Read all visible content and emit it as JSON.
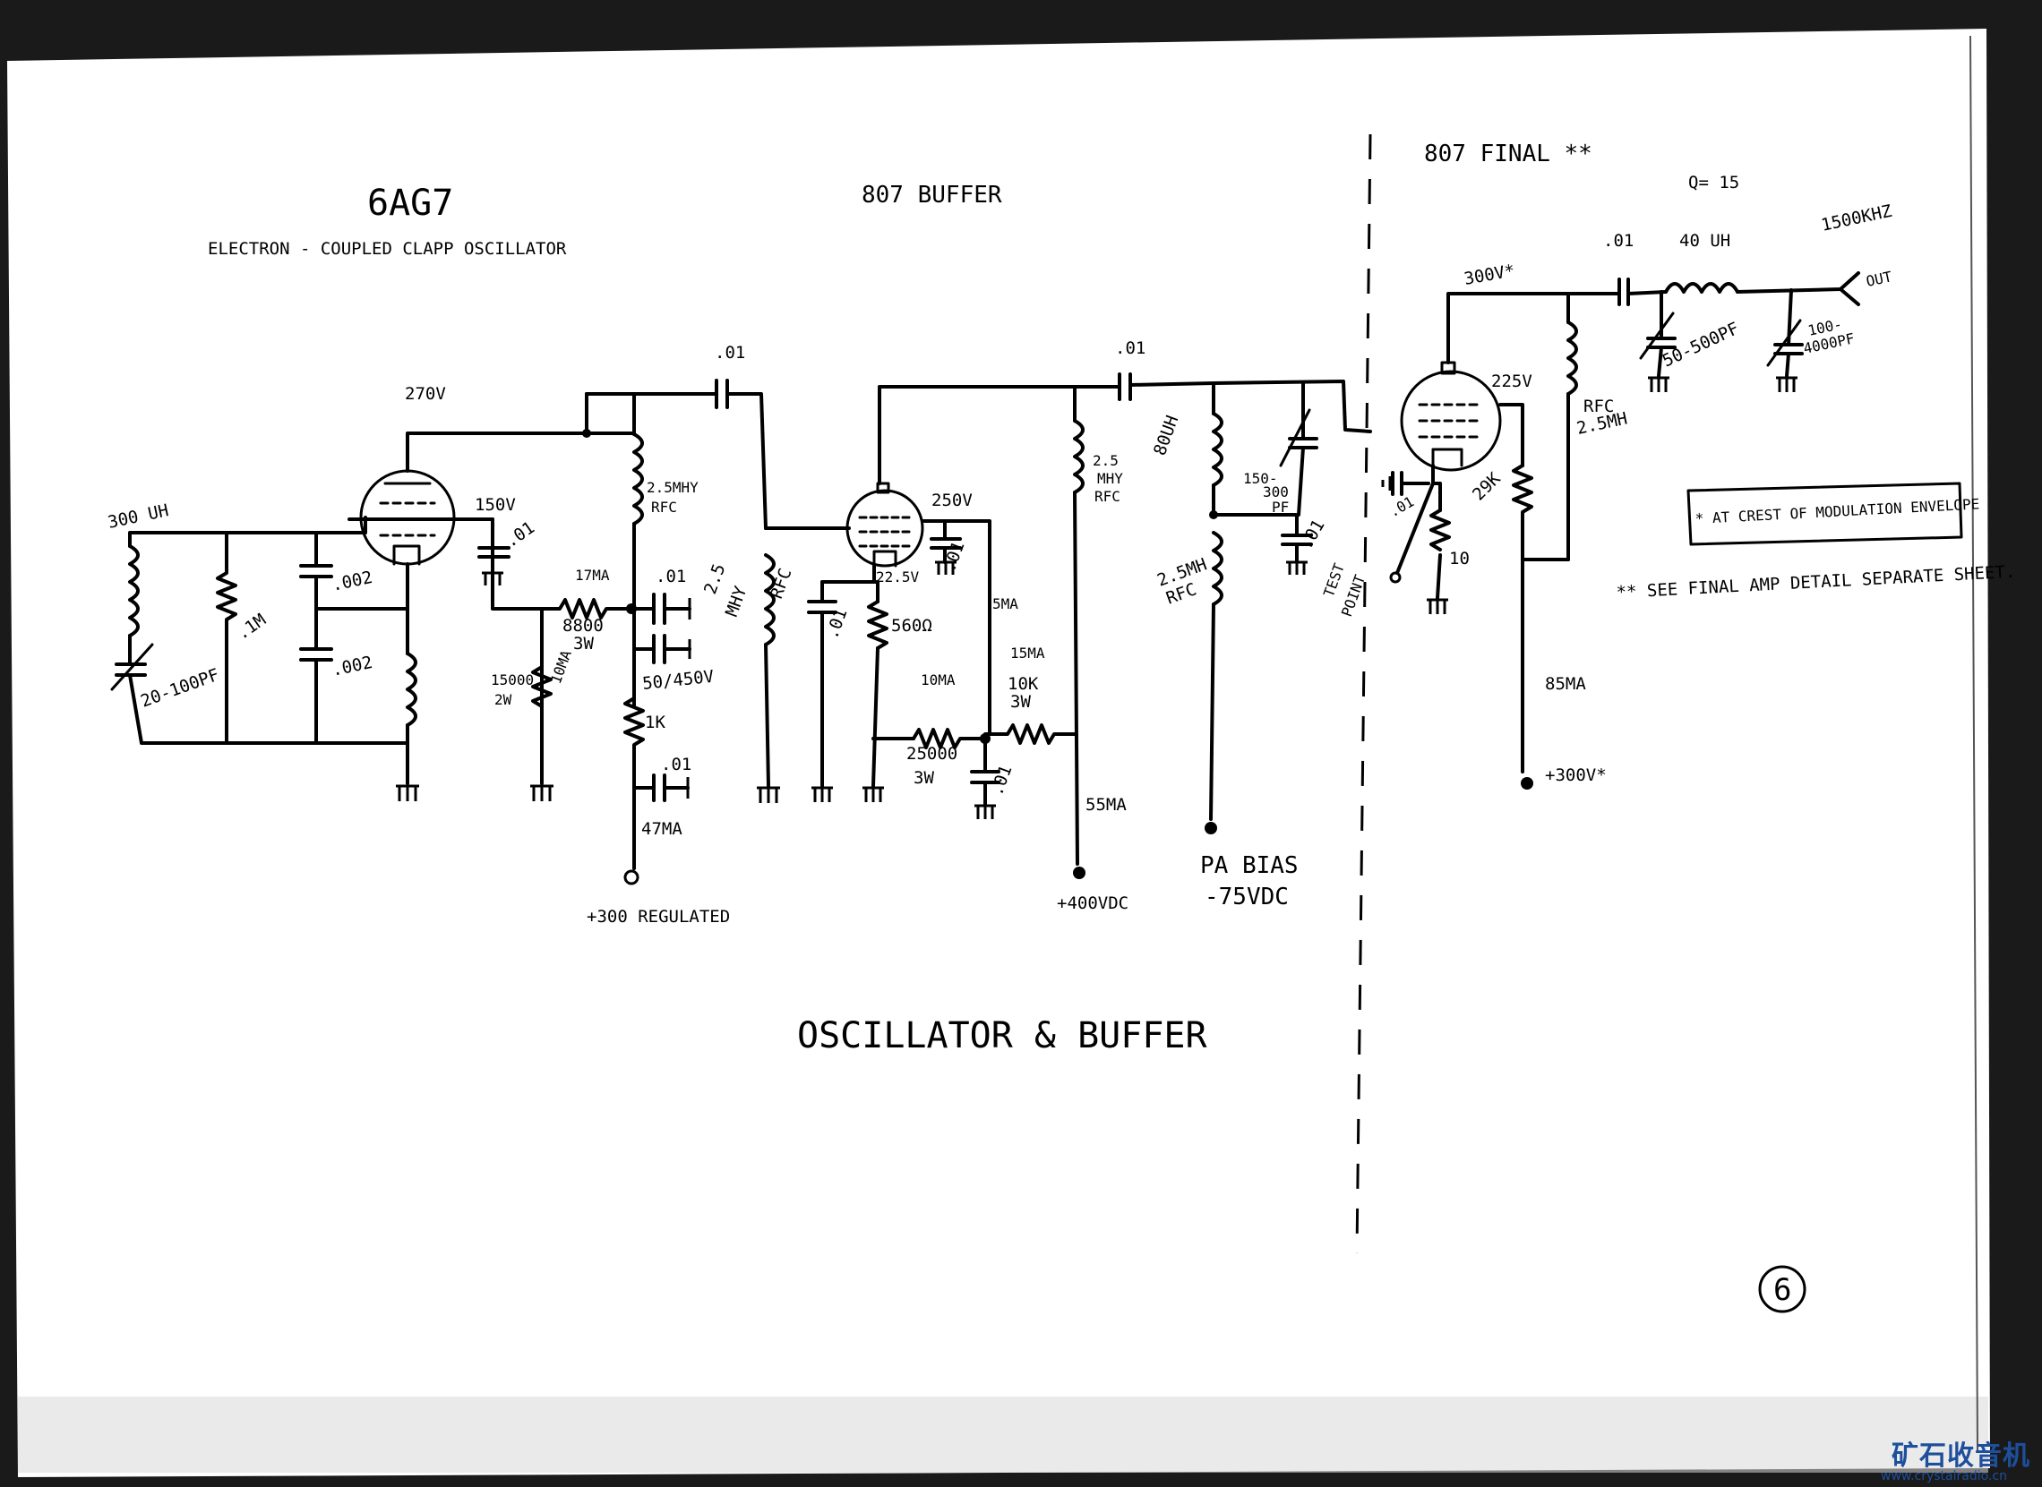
{
  "title": "OSCILLATOR & BUFFER",
  "page_number": "6",
  "watermark": {
    "site_name": "矿石收音机",
    "url": "www.crystalradio.cn"
  },
  "sections": {
    "oscillator": {
      "tube": "6AG7",
      "description": "ELECTRON - COUPLED CLAPP OSCILLATOR"
    },
    "buffer": {
      "tube": "807 BUFFER"
    },
    "final": {
      "tube": "807 FINAL **"
    }
  },
  "labels": {
    "plate_270v": "270V",
    "coil_300uh": "300 UH",
    "cap_20_100pf": "20-100PF",
    "res_1m": ".1M",
    "cap_002_top": ".002",
    "cap_002_bot": ".002",
    "screen_150v": "150V",
    "cap_01_screen": ".01",
    "res_15000": "15000",
    "res_15000_w": "2W",
    "current_10ma": "10MA",
    "current_17ma": "17MA",
    "res_8800": "8800",
    "res_8800_w": "3W",
    "rfc_25mhy": "2.5MHY",
    "rfc_25mhy_b": "RFC",
    "cap_01_a": ".01",
    "cap_50_450": "50/450V",
    "res_1k": "1K",
    "cap_01_b": ".01",
    "current_47ma": "47MA",
    "supply_300_reg": "+300 REGULATED",
    "cap_01_couple1": ".01",
    "rfc_grid_1": "2.5",
    "rfc_grid_2": "MHY",
    "rfc_grid_3": "RFC",
    "screen_250v": "250V",
    "cap_01_s2": ".01",
    "current_5ma": "5MA",
    "cathode_225": "22.5V",
    "cap_01_k": ".01",
    "res_560": "560Ω",
    "current_10ma_b": "10MA",
    "current_15ma": "15MA",
    "res_10k": "10K",
    "res_10k_w": "3W",
    "res_25000": "25000",
    "res_25000_w": "3W",
    "cap_01_byp": ".01",
    "rfc_plate_1": "2.5",
    "rfc_plate_2": "MHY",
    "rfc_plate_3": "RFC",
    "current_55ma": "55MA",
    "supply_400": "+400VDC",
    "cap_01_couple2": ".01",
    "coil_80uh": "80UH",
    "cap_150_300": "150-",
    "cap_150_300_b": "300",
    "cap_150_300_c": "PF",
    "cap_01_tank": ".01",
    "rfc_bias_1": "2.5MH",
    "rfc_bias_2": "RFC",
    "pa_bias": "PA BIAS",
    "pa_bias_v": "-75VDC",
    "test_point": "TEST",
    "test_point_b": "POINT",
    "cap_01_fk": ".01",
    "res_10": "10",
    "screen_225v": "225V",
    "res_29k": "29K",
    "rfc_final_1": "RFC",
    "rfc_final_2": "2.5MH",
    "plate_300v": "300V*",
    "cap_01_out": ".01",
    "coil_40uh": "40 UH",
    "cap_50_500": "50-500PF",
    "cap_100_4000": "100-",
    "cap_100_4000_b": "4000PF",
    "q_15": "Q= 15",
    "freq": "1500KHZ",
    "out": "OUT",
    "current_85ma": "85MA",
    "supply_300_final": "+300V*"
  },
  "notes": [
    "* AT CREST OF MODULATION ENVELOPE",
    "** SEE FINAL AMP DETAIL SEPARATE SHEET."
  ]
}
